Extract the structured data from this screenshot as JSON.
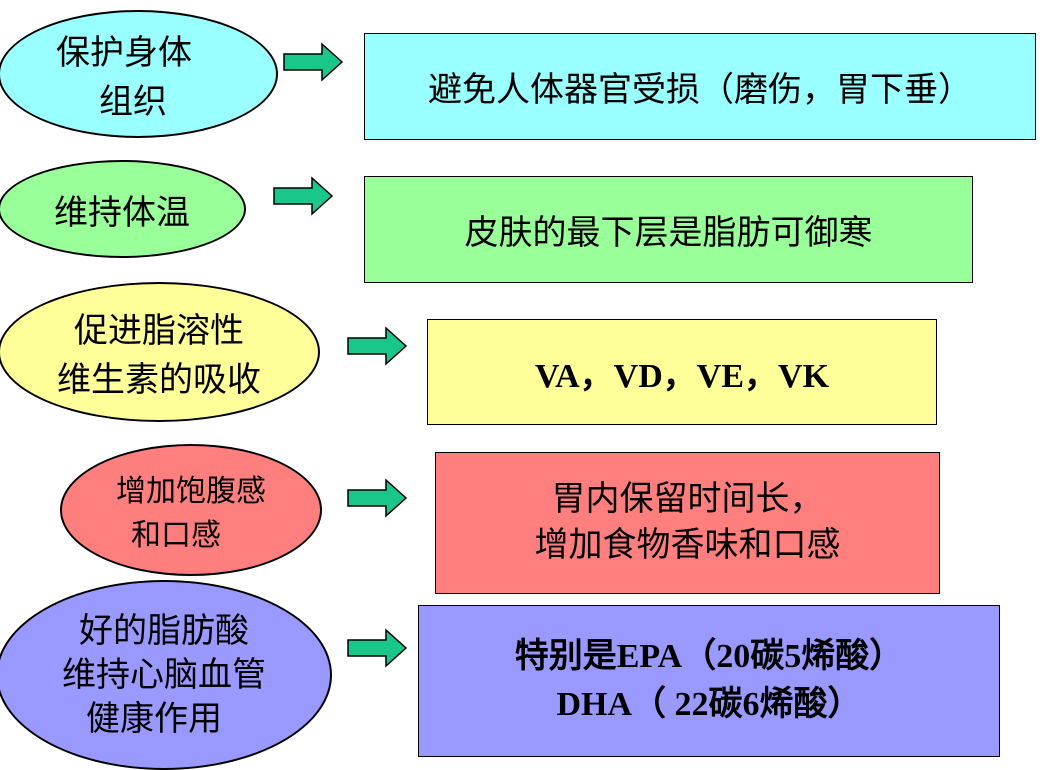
{
  "colors": {
    "cyan": "#99ffff",
    "green": "#99ff99",
    "yellow": "#ffff99",
    "red": "#ff7f7f",
    "purple": "#9999ff",
    "arrow": "#19c78a"
  },
  "rows": [
    {
      "ellipse": [
        "保护身体",
        "组织"
      ],
      "box": [
        "避免人体器官受损（磨伤，胃下垂）"
      ]
    },
    {
      "ellipse": [
        "维持体温"
      ],
      "box": [
        "皮肤的最下层是脂肪可御寒"
      ]
    },
    {
      "ellipse": [
        "促进脂溶性",
        "维生素的吸收"
      ],
      "box": [
        "VA，VD，VE，VK"
      ]
    },
    {
      "ellipse": [
        "增加饱腹感",
        "和口感"
      ],
      "box": [
        "胃内保留时间长，",
        "增加食物香味和口感"
      ]
    },
    {
      "ellipse": [
        "好的脂肪酸",
        "维持心脑血管",
        "健康作用"
      ],
      "box": [
        "特别是EPA（20碳5烯酸）",
        "DHA（ 22碳6烯酸）"
      ]
    }
  ]
}
